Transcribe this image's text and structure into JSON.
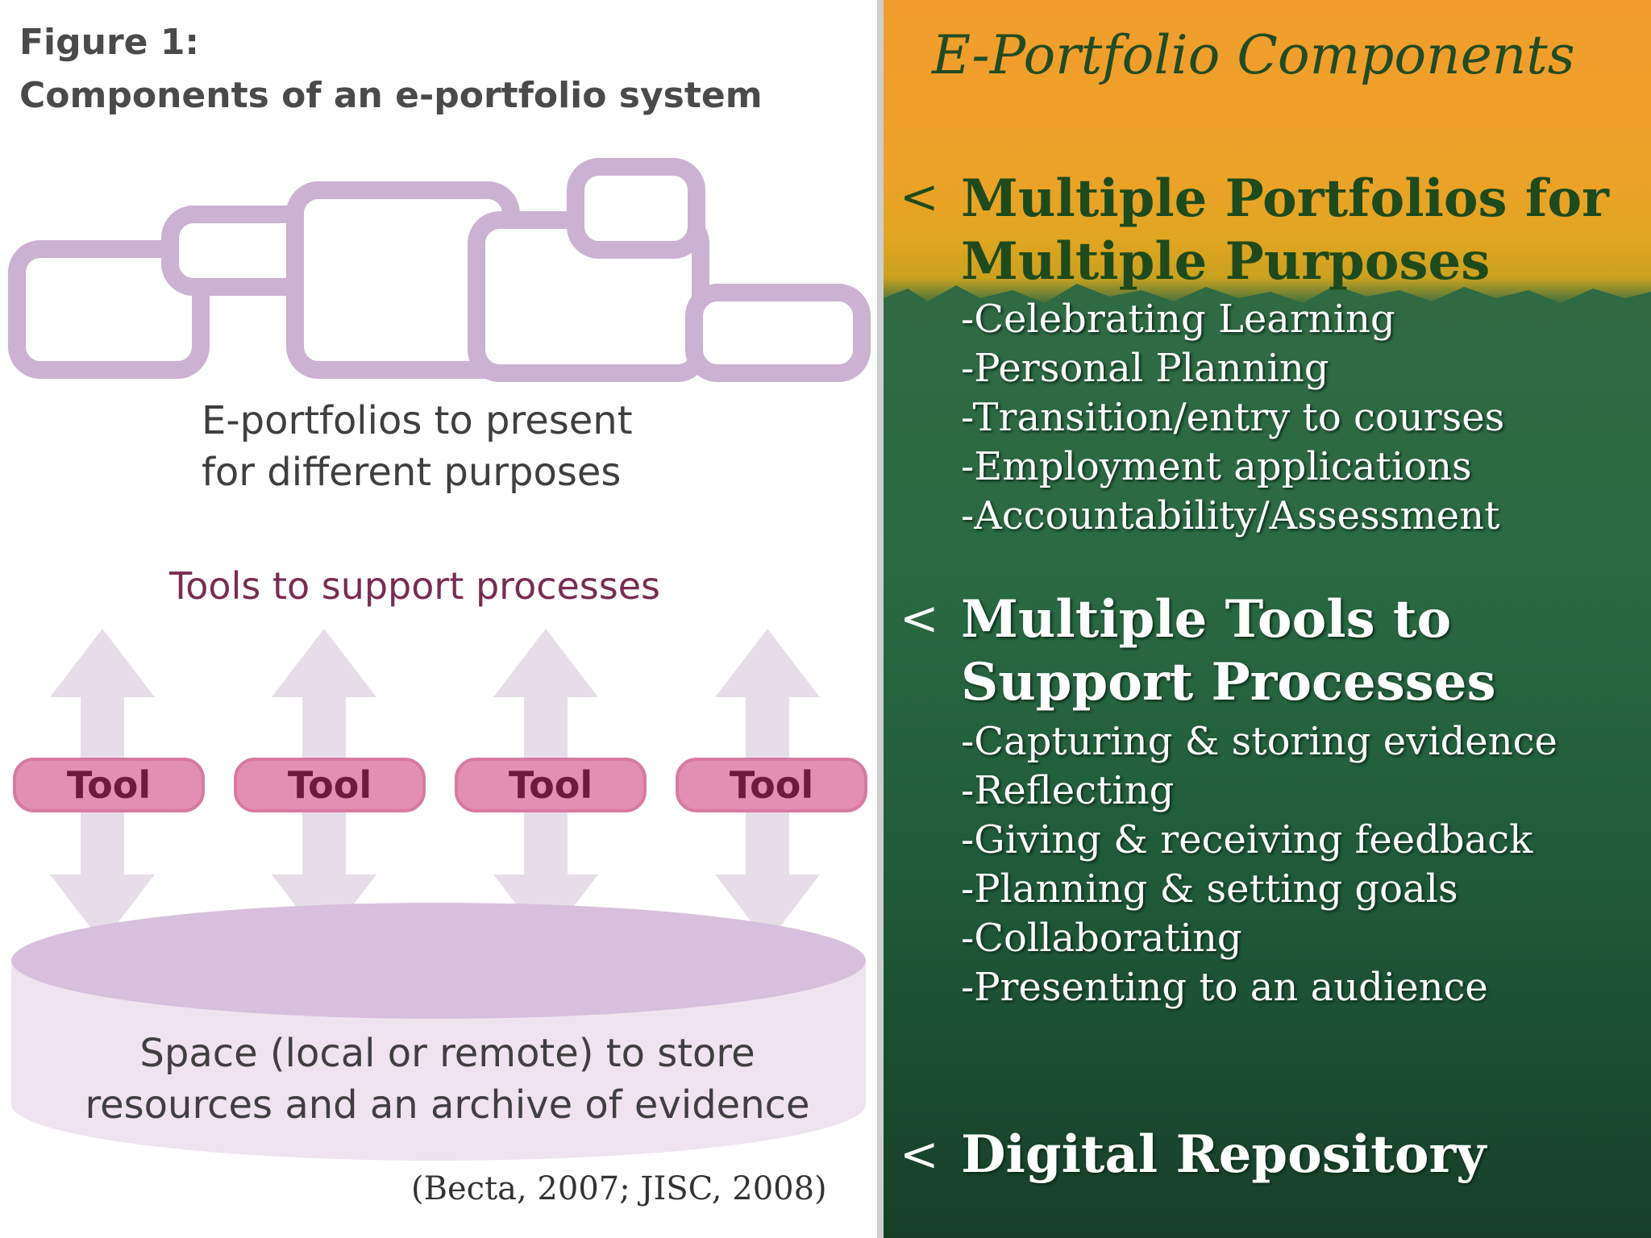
{
  "figure": {
    "title_line1": "Figure 1:",
    "title_line2": "Components of an e-portfolio system",
    "portfolios_label_line1": "E-portfolios to present",
    "portfolios_label_line2": "for different purposes",
    "tools_title": "Tools to support processes",
    "tools": [
      "Tool",
      "Tool",
      "Tool",
      "Tool"
    ],
    "storage_label_line1": "Space (local or remote) to store",
    "storage_label_line2": "resources and an archive of evidence",
    "citation": "(Becta, 2007; JISC, 2008)"
  },
  "slide": {
    "title": "E-Portfolio Components",
    "bullet_glyph": "<",
    "sections": [
      {
        "heading_line1": "Multiple Portfolios for",
        "heading_line2": "Multiple Purposes",
        "items": [
          "-Celebrating Learning",
          "-Personal Planning",
          "-Transition/entry to courses",
          "-Employment applications",
          "-Accountability/Assessment"
        ]
      },
      {
        "heading_line1": "Multiple Tools to",
        "heading_line2": "Support Processes",
        "items": [
          "-Capturing & storing evidence",
          "-Reflecting",
          "-Giving & receiving feedback",
          "-Planning & setting goals",
          "-Collaborating",
          "-Presenting to an audience"
        ]
      },
      {
        "heading_line1": "Digital Repository"
      }
    ]
  },
  "colors": {
    "portfolio_outline": "#cbb1d2",
    "tool_fill": "#e38fb1",
    "arrow_fill": "#e6dde8",
    "storage_fill": "#e2cde6",
    "heading_dark": "#1e4a1c",
    "heading_light": "#ffffff"
  }
}
